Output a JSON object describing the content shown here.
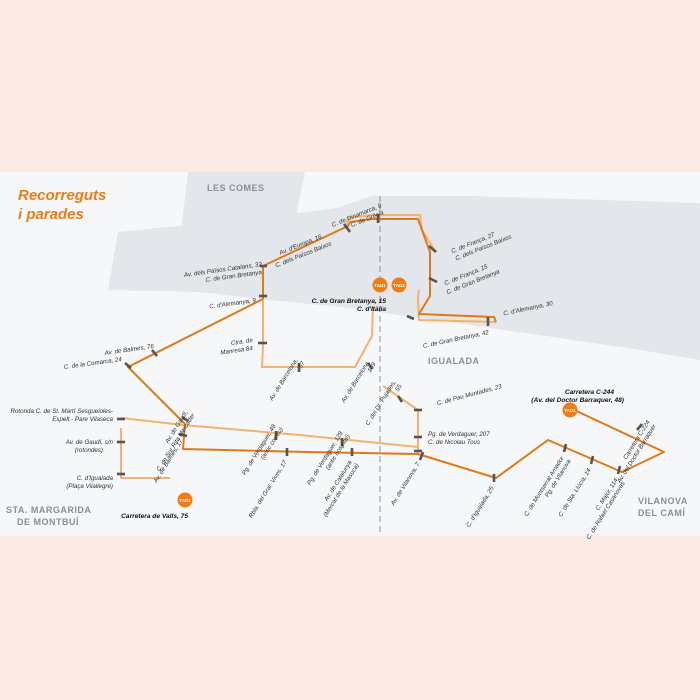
{
  "title": {
    "line1": "Recorreguts",
    "line2": "i parades"
  },
  "colors": {
    "route_dark": "#e07a18",
    "route_light": "#f6b26b",
    "tad": "#ef7d14",
    "zone_bg": "#e3e6ea",
    "map_bg": "#f5f7f9",
    "page_bg": "#fbe9e3"
  },
  "zones": {
    "les_comes": "LES COMES",
    "igualada": "IGUALADA",
    "sta_margarida_1": "STA. MARGARIDA",
    "sta_margarida_2": "DE MONTBUÍ",
    "vilanova_1": "VILANOVA",
    "vilanova_2": "DEL CAMÍ"
  },
  "tad_badges": [
    "TAD1",
    "TAD2",
    "TAD1",
    "TAD1"
  ],
  "stops": {
    "dinamarca_1": "C. de Dinamarca, 8",
    "dinamarca_2": "C. de Grècia",
    "europa_1": "Av. d'Europa, 16",
    "europa_2": "C. dels Països Baixos",
    "franca27_1": "C. de França, 27",
    "franca27_2": "C. dels Països Baixos",
    "paisos_1": "Av. dels Països Catalans, 32",
    "paisos_2": "C. de Gran Bretanya",
    "franca15_1": "C. de França, 15",
    "franca15_2": "C. de Gran Bretanya",
    "alemanya9": "C. d'Alemanya, 9",
    "granbret15_1": "C. de Gran Bretanya, 15",
    "granbret15_2": "C. d'Itàlia",
    "alemanya30": "C. d'Alemanya, 30",
    "granbret42": "C. de Gran Bretanya, 42",
    "balmes76": "Av. de Balmes, 76",
    "comarca24": "C. de la Comarca, 24",
    "manresa_1": "Ctra. de",
    "manresa_2": "Manresa 84",
    "barcelona57_1": "Av. de Barcelona,",
    "barcelona57_2": "57",
    "barcelona109_1": "Av. de Barcelona,",
    "barcelona109_2": "109",
    "pujades_1": "C. del Dr. Pujades,",
    "pujades_2": "55",
    "muntades": "C. de Pau Muntades, 23",
    "c244_1": "Carretera C-244",
    "c244_2": "(Av. del Doctor Barraquer, 48)",
    "c224_1": "Carretera C-224",
    "c224_2": "Av. del Doctor Barraquer",
    "rotonda_1": "Rotonda C. de St. Martí Sesgueioles-",
    "rotonda_2": "Espelt - Pare Vilaseca",
    "gaudi_sn_1": "Av. de Gaudí, s/n",
    "gaudi_sn_2": "(rotondes)",
    "gaudi_1": "Av. de Gaudí,",
    "gaudi_2": "C. de Sor Rita Mercader",
    "verdaguer48_1": "Pg. de Verdaguer, 48",
    "verdaguer48_2": "(antic correu)",
    "verdaguer128_1": "Pg. de Verdaguer, 128",
    "verdaguer128_2": "(antic hospital)",
    "verdaguer207_1": "Pg. de Verdaguer, 207",
    "verdaguer207_2": "C. de Nicolau Tous",
    "balmes17": "Av. de Balmes, 17",
    "igualada_1": "C. d'Igualada",
    "igualada_2": "(Plaça Vilallegre)",
    "valls75": "Carretera de Valls, 75",
    "vives17": "Rbla. del Gral. Vives, 17",
    "catalunya_1": "Av. de Catalunya",
    "catalunya_2": "(Mercat de la Masuca)",
    "vilanova7": "Av. de Vilanova, 7",
    "igualada25": "C. d'Igualada, 25",
    "amador_1": "C. de Montserrat Amador",
    "amador_2": "Pg. de Vilanova",
    "llucia14": "C. de Sta. Llúcia, 14",
    "major114_1": "C. Major, 114",
    "major114_2": "C. de Rafael Casanovas"
  }
}
